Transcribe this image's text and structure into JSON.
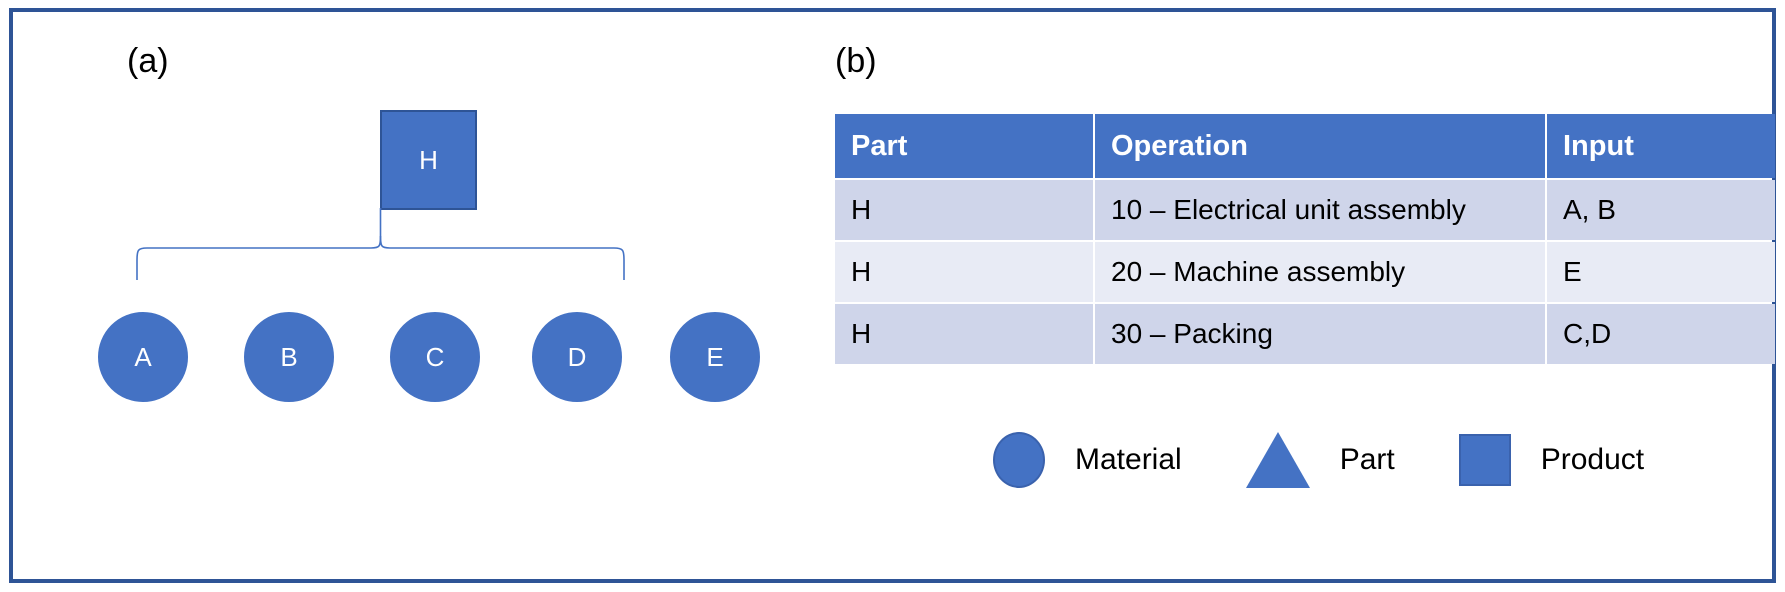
{
  "figure": {
    "panel_a_label": "(a)",
    "panel_b_label": "(b)"
  },
  "structure_tree": {
    "root": {
      "id": "H",
      "shape": "square",
      "label": "H"
    },
    "children": [
      {
        "id": "A",
        "shape": "circle",
        "label": "A"
      },
      {
        "id": "B",
        "shape": "circle",
        "label": "B"
      },
      {
        "id": "C",
        "shape": "circle",
        "label": "C"
      },
      {
        "id": "D",
        "shape": "circle",
        "label": "D"
      },
      {
        "id": "E",
        "shape": "circle",
        "label": "E"
      }
    ],
    "connector": "curly-brace"
  },
  "routing_table": {
    "columns": [
      "Part",
      "Operation",
      "Input"
    ],
    "rows": [
      {
        "part": "H",
        "operation": "10 – Electrical unit assembly",
        "input": "A, B"
      },
      {
        "part": "H",
        "operation": "20 – Machine assembly",
        "input": "E"
      },
      {
        "part": "H",
        "operation": "30 – Packing",
        "input": "C,D"
      }
    ]
  },
  "legend": {
    "items": [
      {
        "shape": "circle",
        "label": "Material"
      },
      {
        "shape": "triangle",
        "label": "Part"
      },
      {
        "shape": "square",
        "label": "Product"
      }
    ]
  },
  "colors": {
    "accent_blue": "#4472C4",
    "frame_navy": "#2E5496",
    "header_blue": "#4472C4",
    "row_odd": "#CFD5EA",
    "row_even": "#E8EBF5",
    "connector_line": "#4472C4",
    "text_dark": "#000000",
    "text_light": "#FFFFFF"
  }
}
